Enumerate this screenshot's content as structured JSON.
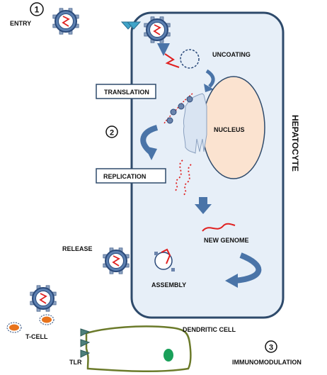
{
  "steps": {
    "entry_number": "1",
    "replication_number": "2",
    "immunomodulation_number": "3"
  },
  "labels": {
    "entry": "ENTRY",
    "uncoating": "UNCOATING",
    "translation": "TRANSLATION",
    "nucleus": "NUCLEUS",
    "replication": "REPLICATION",
    "hepatocyte": "HEPATOCYTE",
    "new_genome": "NEW GENOME",
    "release": "RELEASE",
    "assembly": "ASSEMBLY",
    "t_cell": "T-CELL",
    "tlr": "TLR",
    "dendritic_cell": "DENDRITIC CELL",
    "immunomodulation": "IMMUNOMODULATION"
  },
  "colors": {
    "cell_outline": "#2e4a6b",
    "cell_fill": "#e7eff8",
    "virus_fill": "#5b7fb0",
    "virus_ring": "#2b4a7a",
    "virus_spike": "#8aa0bf",
    "genome": "#e02020",
    "arrow": "#4a74a8",
    "nucleus_fill": "#fbe3d0",
    "er_fill": "#d9e4f2",
    "dendritic_outline": "#6b7a2a",
    "dendritic_nucleus": "#1aa05a",
    "t_cell_fill": "#e8731c",
    "receptor": "#3fa3c8"
  }
}
